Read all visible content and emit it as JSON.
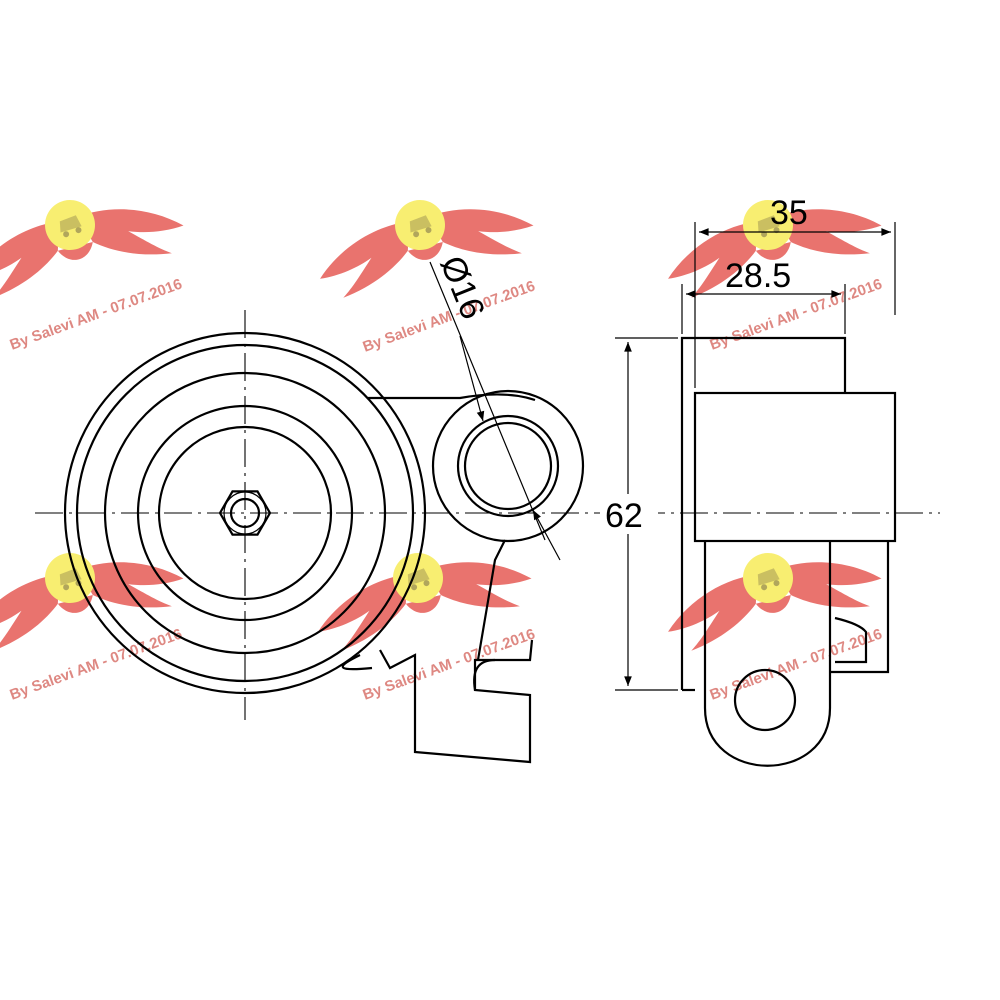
{
  "dimensions": {
    "width_total": "35",
    "width_inner": "28.5",
    "height": "62",
    "bore_diameter": "Ø16"
  },
  "watermark": {
    "text": "By Salevi AM - 07.07.2016",
    "brand_color": "#e03c35",
    "badge_color": "#f5e83a"
  }
}
